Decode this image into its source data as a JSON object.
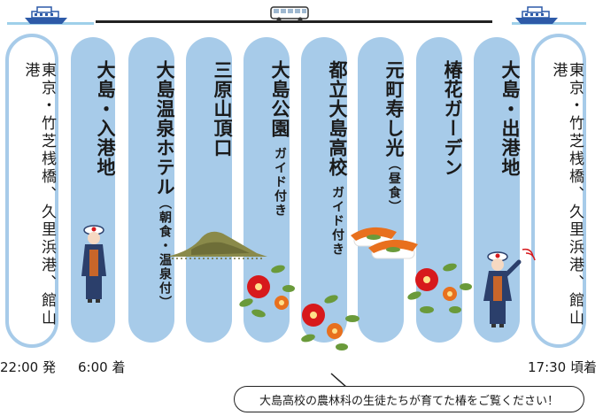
{
  "transport": {
    "left_icon": "ship-icon",
    "middle_icon": "bus-icon",
    "right_icon": "ship-icon",
    "line_color": "#222222",
    "water_color": "#9fd0ea"
  },
  "columns": [
    {
      "title": "東京・竹芝桟橋、久里浜港、館山港",
      "sub": ""
    },
    {
      "title": "大島・入港地",
      "sub": ""
    },
    {
      "title": "大島温泉ホテル",
      "sub": "（朝食・温泉付）"
    },
    {
      "title": "三原山頂口",
      "sub": ""
    },
    {
      "title": "大島公園",
      "sub": "ガイド付き"
    },
    {
      "title": "都立大島高校",
      "sub": "ガイド付き"
    },
    {
      "title": "元町寿し光",
      "sub": "（昼食）"
    },
    {
      "title": "椿花ガーデン",
      "sub": ""
    },
    {
      "title": "大島・出港地",
      "sub": ""
    },
    {
      "title": "東京・竹芝桟橋、久里浜港、館山港",
      "sub": ""
    }
  ],
  "times": {
    "depart": "22:00 発",
    "arrive_oshima": "6:00 着",
    "arrive_back": "17:30 頃着"
  },
  "callout": "大島高校の農林科の生徒たちが育てた椿をご覧ください！",
  "colors": {
    "column_fill": "#a7cbe9",
    "camellia_red": "#d7191c",
    "camellia_orange": "#e8701e",
    "leaf_green": "#6a9a3a"
  }
}
